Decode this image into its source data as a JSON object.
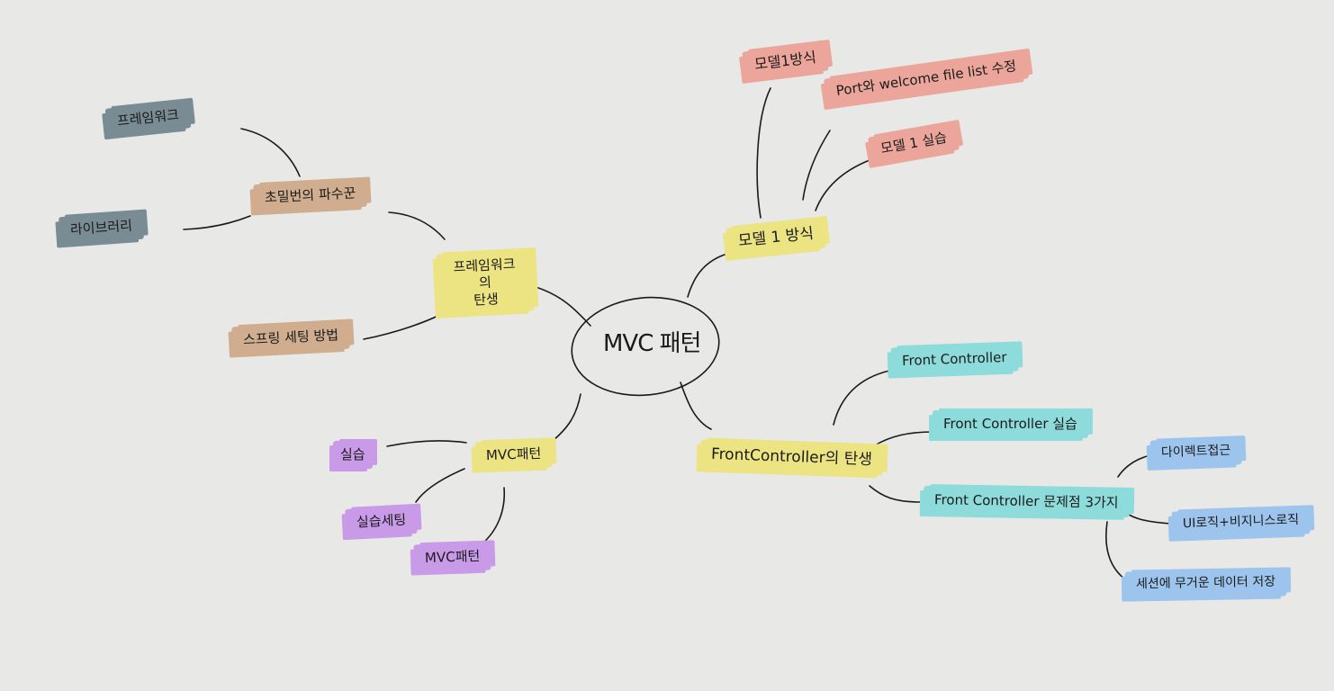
{
  "colors": {
    "background": "#e8e8e7",
    "stroke": "#1a1a1a",
    "yellow": "#ece383",
    "red": "#eba59b",
    "tan": "#cfad8e",
    "gray": "#7a8c93",
    "purple": "#c89ae8",
    "cyan": "#8edbdb",
    "blue": "#9dc4ec"
  },
  "center": {
    "label": "MVC 패턴"
  },
  "branches": {
    "framework_birth": {
      "label_line1": "프레임워크의",
      "label_line2": "탄생",
      "color": "yellow",
      "children": {
        "expert_level": {
          "label": "초밀번의 파수꾼",
          "color": "tan",
          "children": {
            "framework": {
              "label": "프레임워크",
              "color": "gray"
            },
            "library": {
              "label": "라이브러리",
              "color": "gray"
            }
          }
        },
        "spring_setup": {
          "label": "스프링 세팅 방법",
          "color": "tan"
        }
      }
    },
    "model1": {
      "label": "모델 1 방식",
      "color": "yellow",
      "children": {
        "model1_method": {
          "label": "모델1방식",
          "color": "red"
        },
        "port_welcome": {
          "label": "Port와 welcome file list 수정",
          "color": "red"
        },
        "model1_practice": {
          "label": "모델 1 실습",
          "color": "red"
        }
      }
    },
    "mvc_pattern": {
      "label": "MVC패턴",
      "color": "yellow",
      "children": {
        "practice": {
          "label": "실습",
          "color": "purple"
        },
        "practice_setup": {
          "label": "실습세팅",
          "color": "purple"
        },
        "mvc_sub": {
          "label": "MVC패턴",
          "color": "purple"
        }
      }
    },
    "front_controller_birth": {
      "label": "FrontController의 탄생",
      "color": "yellow",
      "children": {
        "front_controller": {
          "label": "Front Controller",
          "color": "cyan"
        },
        "fc_practice": {
          "label": "Front Controller 실습",
          "color": "cyan"
        },
        "fc_problems": {
          "label": "Front Controller 문제점 3가지",
          "color": "cyan",
          "children": {
            "direct_access": {
              "label": "다이렉트접근",
              "color": "blue"
            },
            "ui_business": {
              "label": "UI로직+비지니스로직",
              "color": "blue"
            },
            "session_storage": {
              "label": "세션에 무거운 데이터 저장",
              "color": "blue"
            }
          }
        }
      }
    }
  }
}
